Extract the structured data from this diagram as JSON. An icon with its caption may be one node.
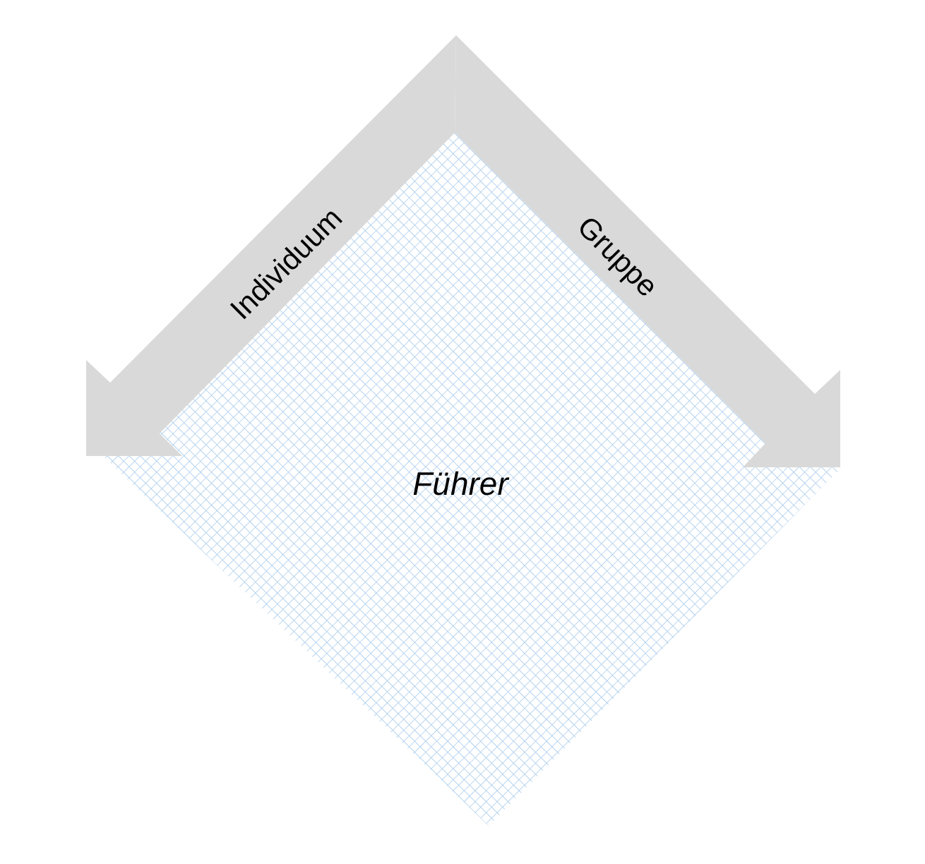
{
  "diagram": {
    "nodes": [
      {
        "text": [
          "Individuum"
        ]
      },
      {
        "text": [
          "Gruppe"
        ]
      },
      {
        "text": [
          "Führer"
        ]
      }
    ]
  }
}
